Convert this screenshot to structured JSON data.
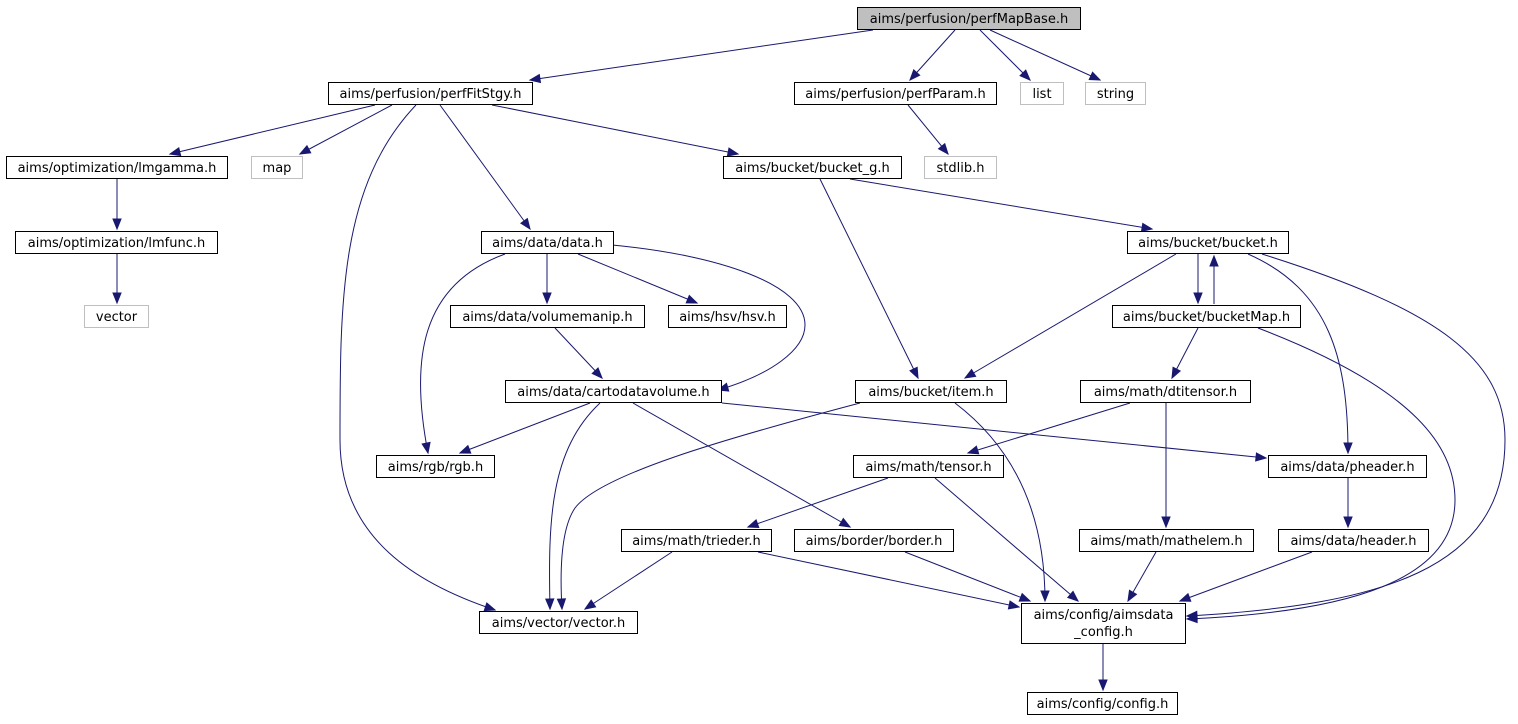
{
  "title": "",
  "colors": {
    "edge": "#191970",
    "node_border": "#000000",
    "external_border": "#bfbfbf",
    "root_fill": "#bfbfbf",
    "node_fill": "#ffffff",
    "text": "#000000",
    "external_text": "#404040"
  },
  "nodes": [
    {
      "id": "perfMapBase",
      "label": "aims/perfusion/perfMapBase.h",
      "kind": "root"
    },
    {
      "id": "perfFitStgy",
      "label": "aims/perfusion/perfFitStgy.h",
      "kind": "header"
    },
    {
      "id": "perfParam",
      "label": "aims/perfusion/perfParam.h",
      "kind": "header"
    },
    {
      "id": "list",
      "label": "list",
      "kind": "external"
    },
    {
      "id": "string",
      "label": "string",
      "kind": "external"
    },
    {
      "id": "lmgamma",
      "label": "aims/optimization/lmgamma.h",
      "kind": "header"
    },
    {
      "id": "map",
      "label": "map",
      "kind": "external"
    },
    {
      "id": "bucket_g",
      "label": "aims/bucket/bucket_g.h",
      "kind": "header"
    },
    {
      "id": "stdlib",
      "label": "stdlib.h",
      "kind": "external"
    },
    {
      "id": "lmfunc",
      "label": "aims/optimization/lmfunc.h",
      "kind": "header"
    },
    {
      "id": "data",
      "label": "aims/data/data.h",
      "kind": "header"
    },
    {
      "id": "bucket",
      "label": "aims/bucket/bucket.h",
      "kind": "header"
    },
    {
      "id": "vector_std",
      "label": "vector",
      "kind": "external"
    },
    {
      "id": "volumemanip",
      "label": "aims/data/volumemanip.h",
      "kind": "header"
    },
    {
      "id": "hsv",
      "label": "aims/hsv/hsv.h",
      "kind": "header"
    },
    {
      "id": "bucketMap",
      "label": "aims/bucket/bucketMap.h",
      "kind": "header"
    },
    {
      "id": "cartodatavolume",
      "label": "aims/data/cartodatavolume.h",
      "kind": "header"
    },
    {
      "id": "item",
      "label": "aims/bucket/item.h",
      "kind": "header"
    },
    {
      "id": "dtitensor",
      "label": "aims/math/dtitensor.h",
      "kind": "header"
    },
    {
      "id": "rgb",
      "label": "aims/rgb/rgb.h",
      "kind": "header"
    },
    {
      "id": "tensor",
      "label": "aims/math/tensor.h",
      "kind": "header"
    },
    {
      "id": "pheader",
      "label": "aims/data/pheader.h",
      "kind": "header"
    },
    {
      "id": "trieder",
      "label": "aims/math/trieder.h",
      "kind": "header"
    },
    {
      "id": "border",
      "label": "aims/border/border.h",
      "kind": "header"
    },
    {
      "id": "mathelem",
      "label": "aims/math/mathelem.h",
      "kind": "header"
    },
    {
      "id": "header",
      "label": "aims/data/header.h",
      "kind": "header"
    },
    {
      "id": "aimsdata_config",
      "label": "aims/config/aimsdata",
      "label2": "_config.h",
      "kind": "header"
    },
    {
      "id": "vector_h",
      "label": "aims/vector/vector.h",
      "kind": "header"
    },
    {
      "id": "config",
      "label": "aims/config/config.h",
      "kind": "header"
    }
  ],
  "edges": [
    [
      "perfMapBase",
      "perfFitStgy"
    ],
    [
      "perfMapBase",
      "perfParam"
    ],
    [
      "perfMapBase",
      "list"
    ],
    [
      "perfMapBase",
      "string"
    ],
    [
      "perfFitStgy",
      "lmgamma"
    ],
    [
      "perfFitStgy",
      "map"
    ],
    [
      "perfFitStgy",
      "vector_h"
    ],
    [
      "perfFitStgy",
      "data"
    ],
    [
      "perfFitStgy",
      "bucket_g"
    ],
    [
      "perfParam",
      "stdlib"
    ],
    [
      "lmgamma",
      "lmfunc"
    ],
    [
      "lmfunc",
      "vector_std"
    ],
    [
      "bucket_g",
      "item"
    ],
    [
      "bucket_g",
      "bucket"
    ],
    [
      "data",
      "rgb"
    ],
    [
      "data",
      "volumemanip"
    ],
    [
      "data",
      "hsv"
    ],
    [
      "data",
      "cartodatavolume"
    ],
    [
      "volumemanip",
      "cartodatavolume"
    ],
    [
      "bucket",
      "item"
    ],
    [
      "bucket",
      "bucketMap"
    ],
    [
      "bucket",
      "pheader"
    ],
    [
      "bucket",
      "aimsdata_config"
    ],
    [
      "bucketMap",
      "bucket"
    ],
    [
      "bucketMap",
      "dtitensor"
    ],
    [
      "bucketMap",
      "aimsdata_config"
    ],
    [
      "cartodatavolume",
      "rgb"
    ],
    [
      "cartodatavolume",
      "vector_h"
    ],
    [
      "cartodatavolume",
      "border"
    ],
    [
      "cartodatavolume",
      "pheader"
    ],
    [
      "item",
      "vector_h"
    ],
    [
      "item",
      "aimsdata_config"
    ],
    [
      "dtitensor",
      "tensor"
    ],
    [
      "dtitensor",
      "mathelem"
    ],
    [
      "tensor",
      "trieder"
    ],
    [
      "tensor",
      "aimsdata_config"
    ],
    [
      "pheader",
      "header"
    ],
    [
      "trieder",
      "vector_h"
    ],
    [
      "trieder",
      "aimsdata_config"
    ],
    [
      "border",
      "aimsdata_config"
    ],
    [
      "mathelem",
      "aimsdata_config"
    ],
    [
      "header",
      "aimsdata_config"
    ],
    [
      "aimsdata_config",
      "config"
    ]
  ]
}
